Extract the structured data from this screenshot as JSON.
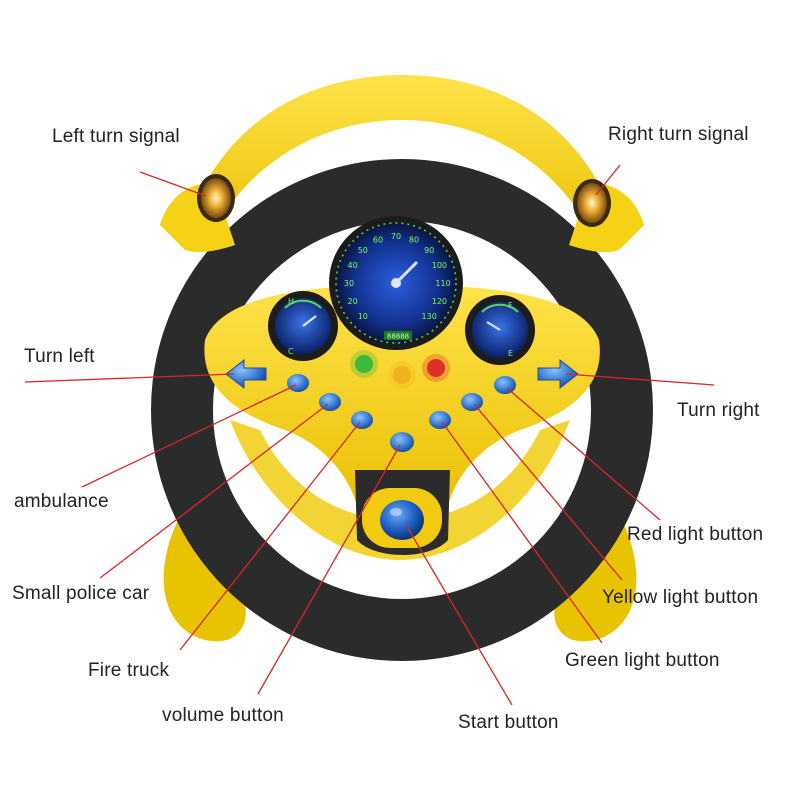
{
  "labels": {
    "left_turn_signal": "Left turn signal",
    "right_turn_signal": "Right turn signal",
    "turn_left": "Turn left",
    "turn_right": "Turn right",
    "ambulance": "ambulance",
    "small_police_car": "Small police car",
    "fire_truck": "Fire truck",
    "volume_button": "volume button",
    "start_button": "Start button",
    "red_light_button": "Red light button",
    "yellow_light_button": "Yellow light button",
    "green_light_button": "Green light button"
  },
  "speedometer": {
    "ticks": [
      "10",
      "20",
      "30",
      "40",
      "50",
      "60",
      "70",
      "80",
      "90",
      "100",
      "110",
      "120",
      "130"
    ],
    "display": "88888"
  },
  "gauges": {
    "left_top": "H",
    "left_bottom": "C",
    "right_top": "F",
    "right_bottom": "E"
  },
  "colors": {
    "wheel_yellow": "#F5D215",
    "wheel_black": "#2B2B2B",
    "button_blue": "#3A7FD5",
    "leader_line": "#D9252A"
  }
}
